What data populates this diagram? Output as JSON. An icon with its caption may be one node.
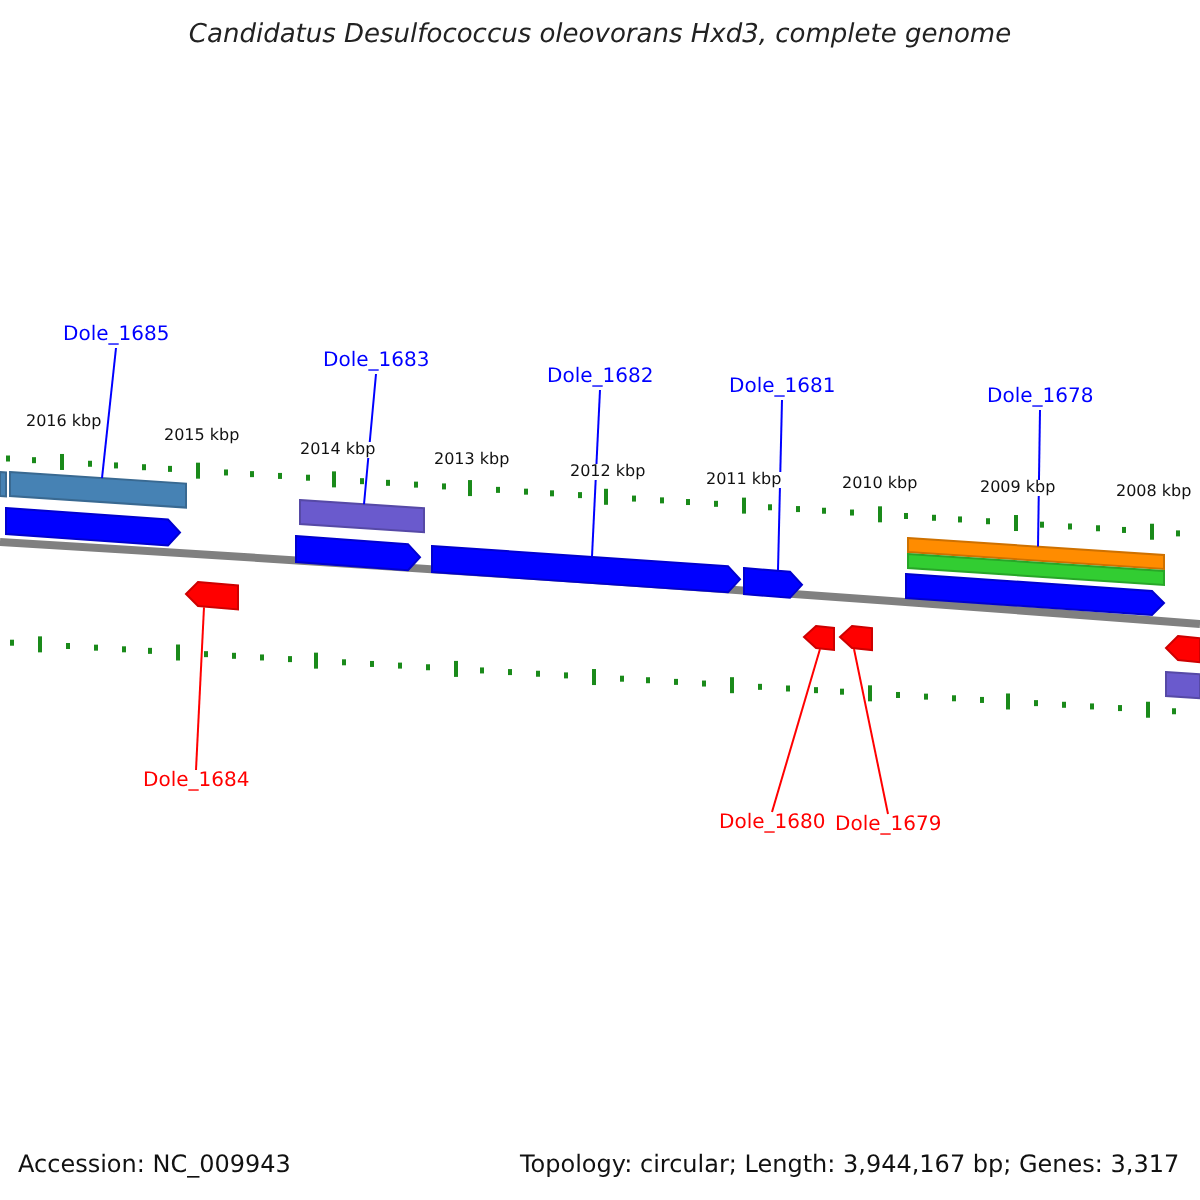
{
  "diagram": {
    "title": "Candidatus Desulfococcus oleovorans Hxd3, complete genome",
    "nodes": [
      {
        "text": [
          "Dole_1685"
        ]
      },
      {
        "text": [
          "Dole_1683"
        ]
      },
      {
        "text": [
          "Dole_1682"
        ]
      },
      {
        "text": [
          "Dole_1681"
        ]
      },
      {
        "text": [
          "Dole_1678"
        ]
      },
      {
        "text": [
          "Dole_1684"
        ]
      },
      {
        "text": [
          "Dole_1680"
        ]
      },
      {
        "text": [
          "Dole_1679"
        ]
      },
      {
        "text": [],
        "shape": "bar"
      },
      {
        "text": [],
        "shape": "bar"
      },
      {
        "text": [],
        "shape": "arrow"
      },
      {
        "text": [],
        "shape": "arrow"
      },
      {
        "text": [],
        "shape": "bar"
      },
      {
        "text": [],
        "shape": "arrow"
      },
      {
        "text": [],
        "shape": "arrow"
      },
      {
        "text": [],
        "shape": "arrow"
      },
      {
        "text": [],
        "shape": "arrow"
      },
      {
        "text": [],
        "shape": "arrow"
      },
      {
        "text": [],
        "shape": "bar"
      },
      {
        "text": [],
        "shape": "bar"
      },
      {
        "text": [],
        "shape": "arrow"
      },
      {
        "text": [],
        "shape": "arrow"
      },
      {
        "text": [],
        "shape": "bar"
      }
    ],
    "edges": [
      {
        "from": 0,
        "to": 9,
        "arrow": "none"
      },
      {
        "from": 1,
        "to": 12,
        "arrow": "none"
      },
      {
        "from": 2,
        "to": 14,
        "arrow": "none"
      },
      {
        "from": 3,
        "to": 15,
        "arrow": "none"
      },
      {
        "from": 4,
        "to": 18,
        "arrow": "none"
      },
      {
        "from": 5,
        "to": 11,
        "arrow": "none",
        "color": "#ff0000"
      },
      {
        "from": 6,
        "to": 16,
        "arrow": "none",
        "color": "#ff0000"
      },
      {
        "from": 7,
        "to": 17,
        "arrow": "none",
        "color": "#ff0000"
      }
    ],
    "labels": [
      "2016 kbp",
      "2015 kbp",
      "2014 kbp",
      "2013 kbp",
      "2012 kbp",
      "2011 kbp",
      "2010 kbp",
      "2009 kbp",
      "2008 kbp",
      "Accession: NC_009943",
      "Topology: circular; Length: 3,944,167 bp; Genes: 3,317"
    ]
  }
}
